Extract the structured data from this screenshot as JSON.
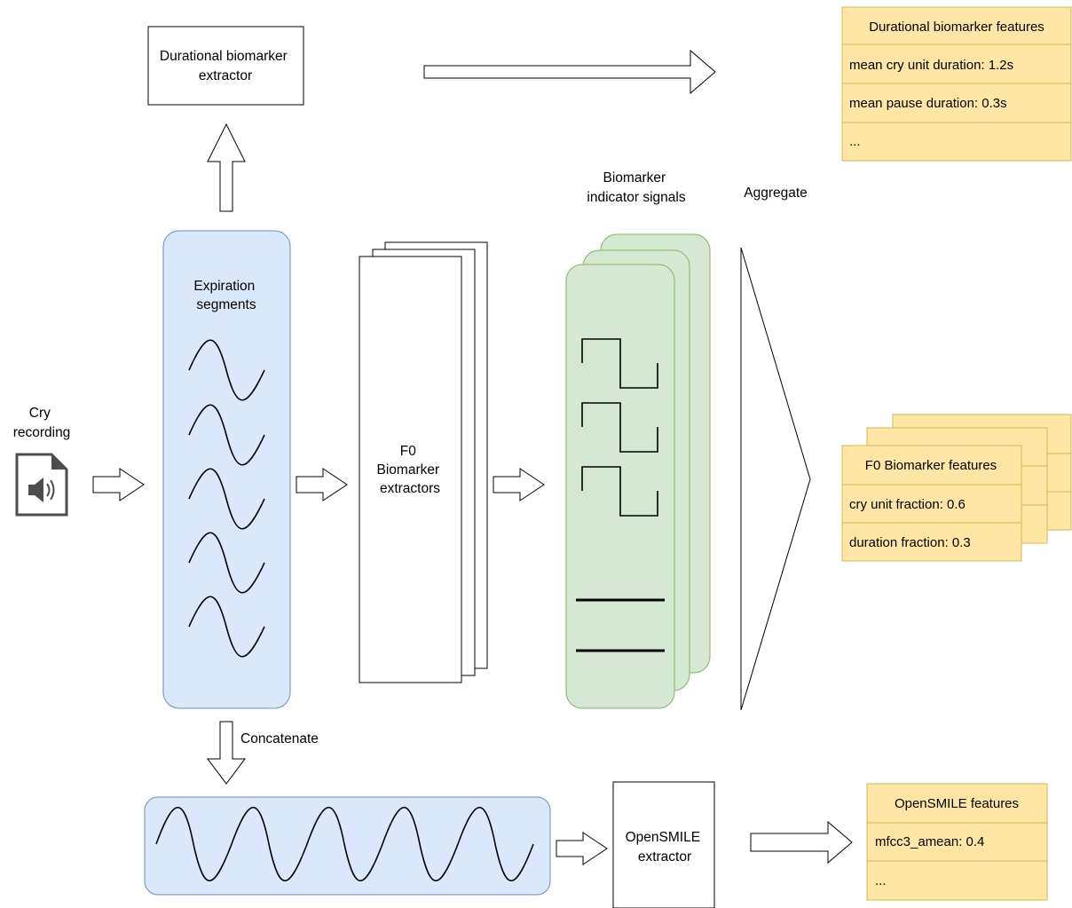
{
  "labels": {
    "cry_recording": [
      "Cry",
      "recording"
    ],
    "expiration_segments": [
      "Expiration",
      "segments"
    ],
    "f0_extractors": [
      "F0",
      "Biomarker",
      "extractors"
    ],
    "indicator_signals": [
      "Biomarker",
      "indicator signals"
    ],
    "aggregate": "Aggregate",
    "concatenate": "Concatenate",
    "durational_extractor": [
      "Durational biomarker",
      "extractor"
    ],
    "opensmile_extractor": [
      "OpenSMILE",
      "extractor"
    ]
  },
  "feature_tables": {
    "durational": {
      "title": "Durational biomarker features",
      "rows": [
        "mean cry unit duration: 1.2s",
        "mean pause duration: 0.3s",
        "..."
      ]
    },
    "f0": {
      "title": "F0 Biomarker features",
      "rows": [
        "cry unit fraction: 0.6",
        "duration fraction: 0.3"
      ]
    },
    "opensmile": {
      "title": "OpenSMILE features",
      "rows": [
        "mfcc3_amean: 0.4",
        "..."
      ]
    }
  },
  "colors": {
    "segment_fill": "#dae8fc",
    "segment_stroke": "#6c8ebf",
    "signal_fill": "#d5e8d4",
    "signal_stroke": "#82b366",
    "table_fill": "#ffe6a5",
    "table_stroke": "#d6b656",
    "icon": "#4d4d4d"
  },
  "icons": {
    "audio_file": "speaker-file-icon"
  }
}
